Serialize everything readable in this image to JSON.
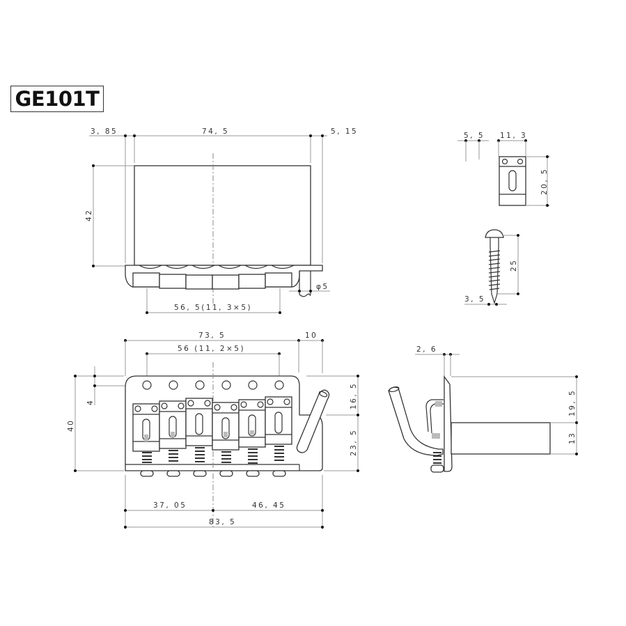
{
  "title": "GE101T",
  "colors": {
    "line": "#333333",
    "dimension": "#999999",
    "background": "#ffffff"
  },
  "top_view": {
    "dims": {
      "left_offset": "3, 85",
      "plate_width": "74, 5",
      "right_offset": "5, 15",
      "height": "42",
      "arm_diameter": "φ5",
      "saddle_spacing": "56, 5(11, 3×5)"
    }
  },
  "spring_claw": {
    "dims": {
      "hook_width": "5, 5",
      "claw_width": "11, 3",
      "claw_height": "20, 5"
    }
  },
  "screw": {
    "dims": {
      "length": "25",
      "diameter": "3, 5"
    }
  },
  "front_view": {
    "dims": {
      "plate_width": "73, 5",
      "arm_offset": "10",
      "string_spacing": "56 (11, 2×5)",
      "hole_offset": "4",
      "height": "40",
      "upper_height": "16, 5",
      "lower_height": "23, 5",
      "left_to_center": "37, 05",
      "center_to_right": "46, 45",
      "total_width": "83, 5"
    }
  },
  "side_view": {
    "dims": {
      "plate_thickness": "2, 6",
      "upper": "19, 5",
      "block_height": "13"
    }
  }
}
